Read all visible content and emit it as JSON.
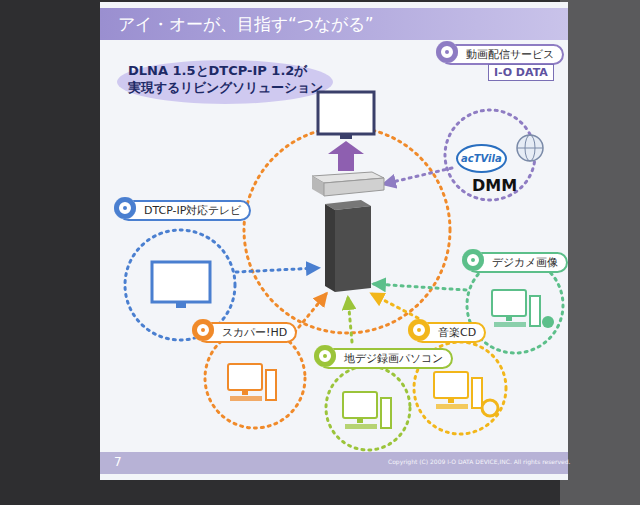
{
  "diagram": {
    "title": "アイ・オーが、目指す“つながる”",
    "nodes": [
      {
        "text": [
          "動画配信サービス",
          "acTVila",
          "DMM"
        ]
      },
      {
        "text": [
          "DTCP-IP対応テレビ"
        ]
      },
      {
        "text": [
          "デジカメ画像"
        ]
      },
      {
        "text": [
          "スカパー!HD"
        ]
      },
      {
        "text": [
          "地デジ録画パソコン"
        ]
      },
      {
        "text": [
          "音楽CD"
        ]
      }
    ],
    "labels": [
      "DLNA 1.5とDTCP-IP 1.2が 実現するリビングソリューション",
      "I-O DATA",
      "7",
      "Copyright (C) 2009 I-O DATA DEVICE,INC. All rights reserved."
    ]
  }
}
